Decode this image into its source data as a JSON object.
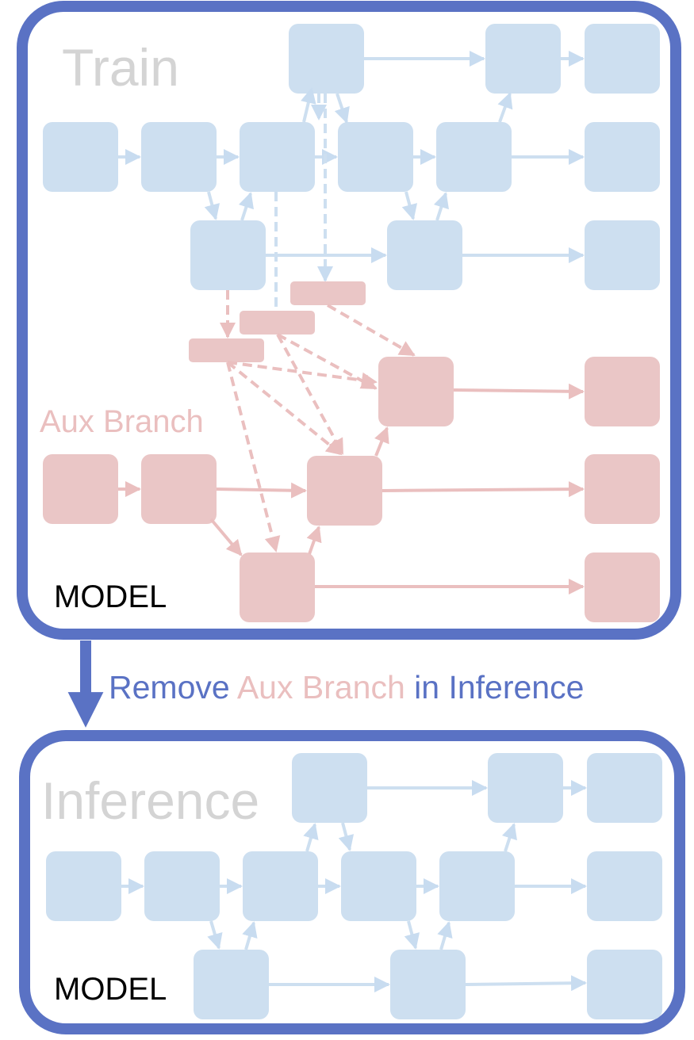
{
  "train": {
    "title": "Train",
    "model_label": "MODEL",
    "aux_label": "Aux Branch"
  },
  "caption": {
    "part1": "Remove ",
    "part2": "Aux Branch",
    "part3": " in Inference"
  },
  "inference": {
    "title": "Inference",
    "model_label": "MODEL"
  },
  "colors": {
    "frame": "#5a72c4",
    "blue_node": "#cddff0",
    "pink_node": "#eac6c6",
    "blue_arrow": "#cddff0",
    "pink_arrow": "#eabfbf"
  }
}
